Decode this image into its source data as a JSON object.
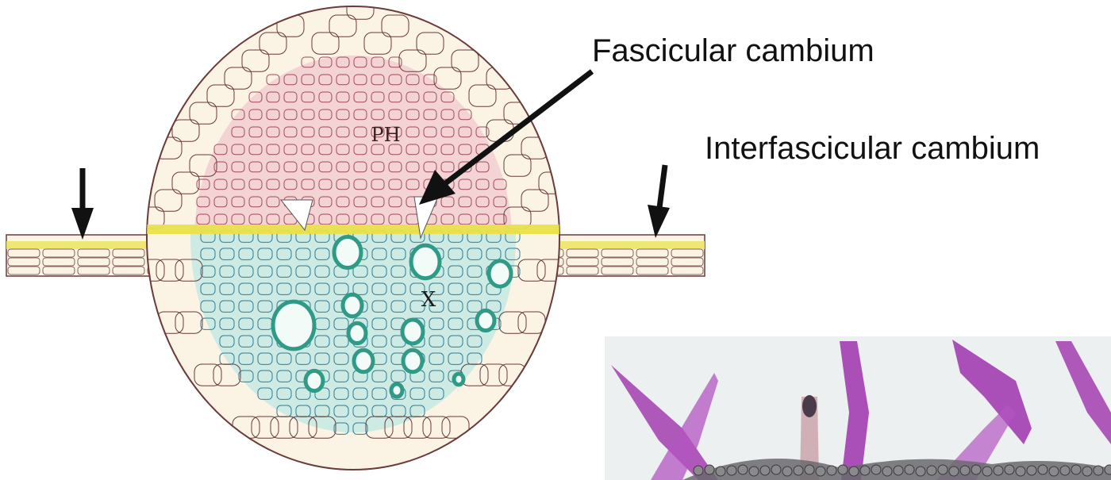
{
  "labels": {
    "fascicular_cambium": "Fascicular cambium",
    "interfascicular_cambium": "Interfascicular cambium",
    "phloem_region": "PH",
    "xylem_region": "X"
  },
  "colors": {
    "cell_fill": "#fbf3e4",
    "cell_wall": "#6b3a3a",
    "phloem_tint": "#f2c6c6",
    "xylem_tint": "#bfe6e0",
    "xylem_wall": "#2f9a86",
    "cambium_band": "#e8e24a",
    "arrow": "#111111",
    "micrograph_bg": "#e8eef0",
    "trichome": "#a33db0"
  },
  "icons": [
    "arrow-down-left-icon",
    "arrow-down-right-icon",
    "arrowhead-white-icon"
  ]
}
